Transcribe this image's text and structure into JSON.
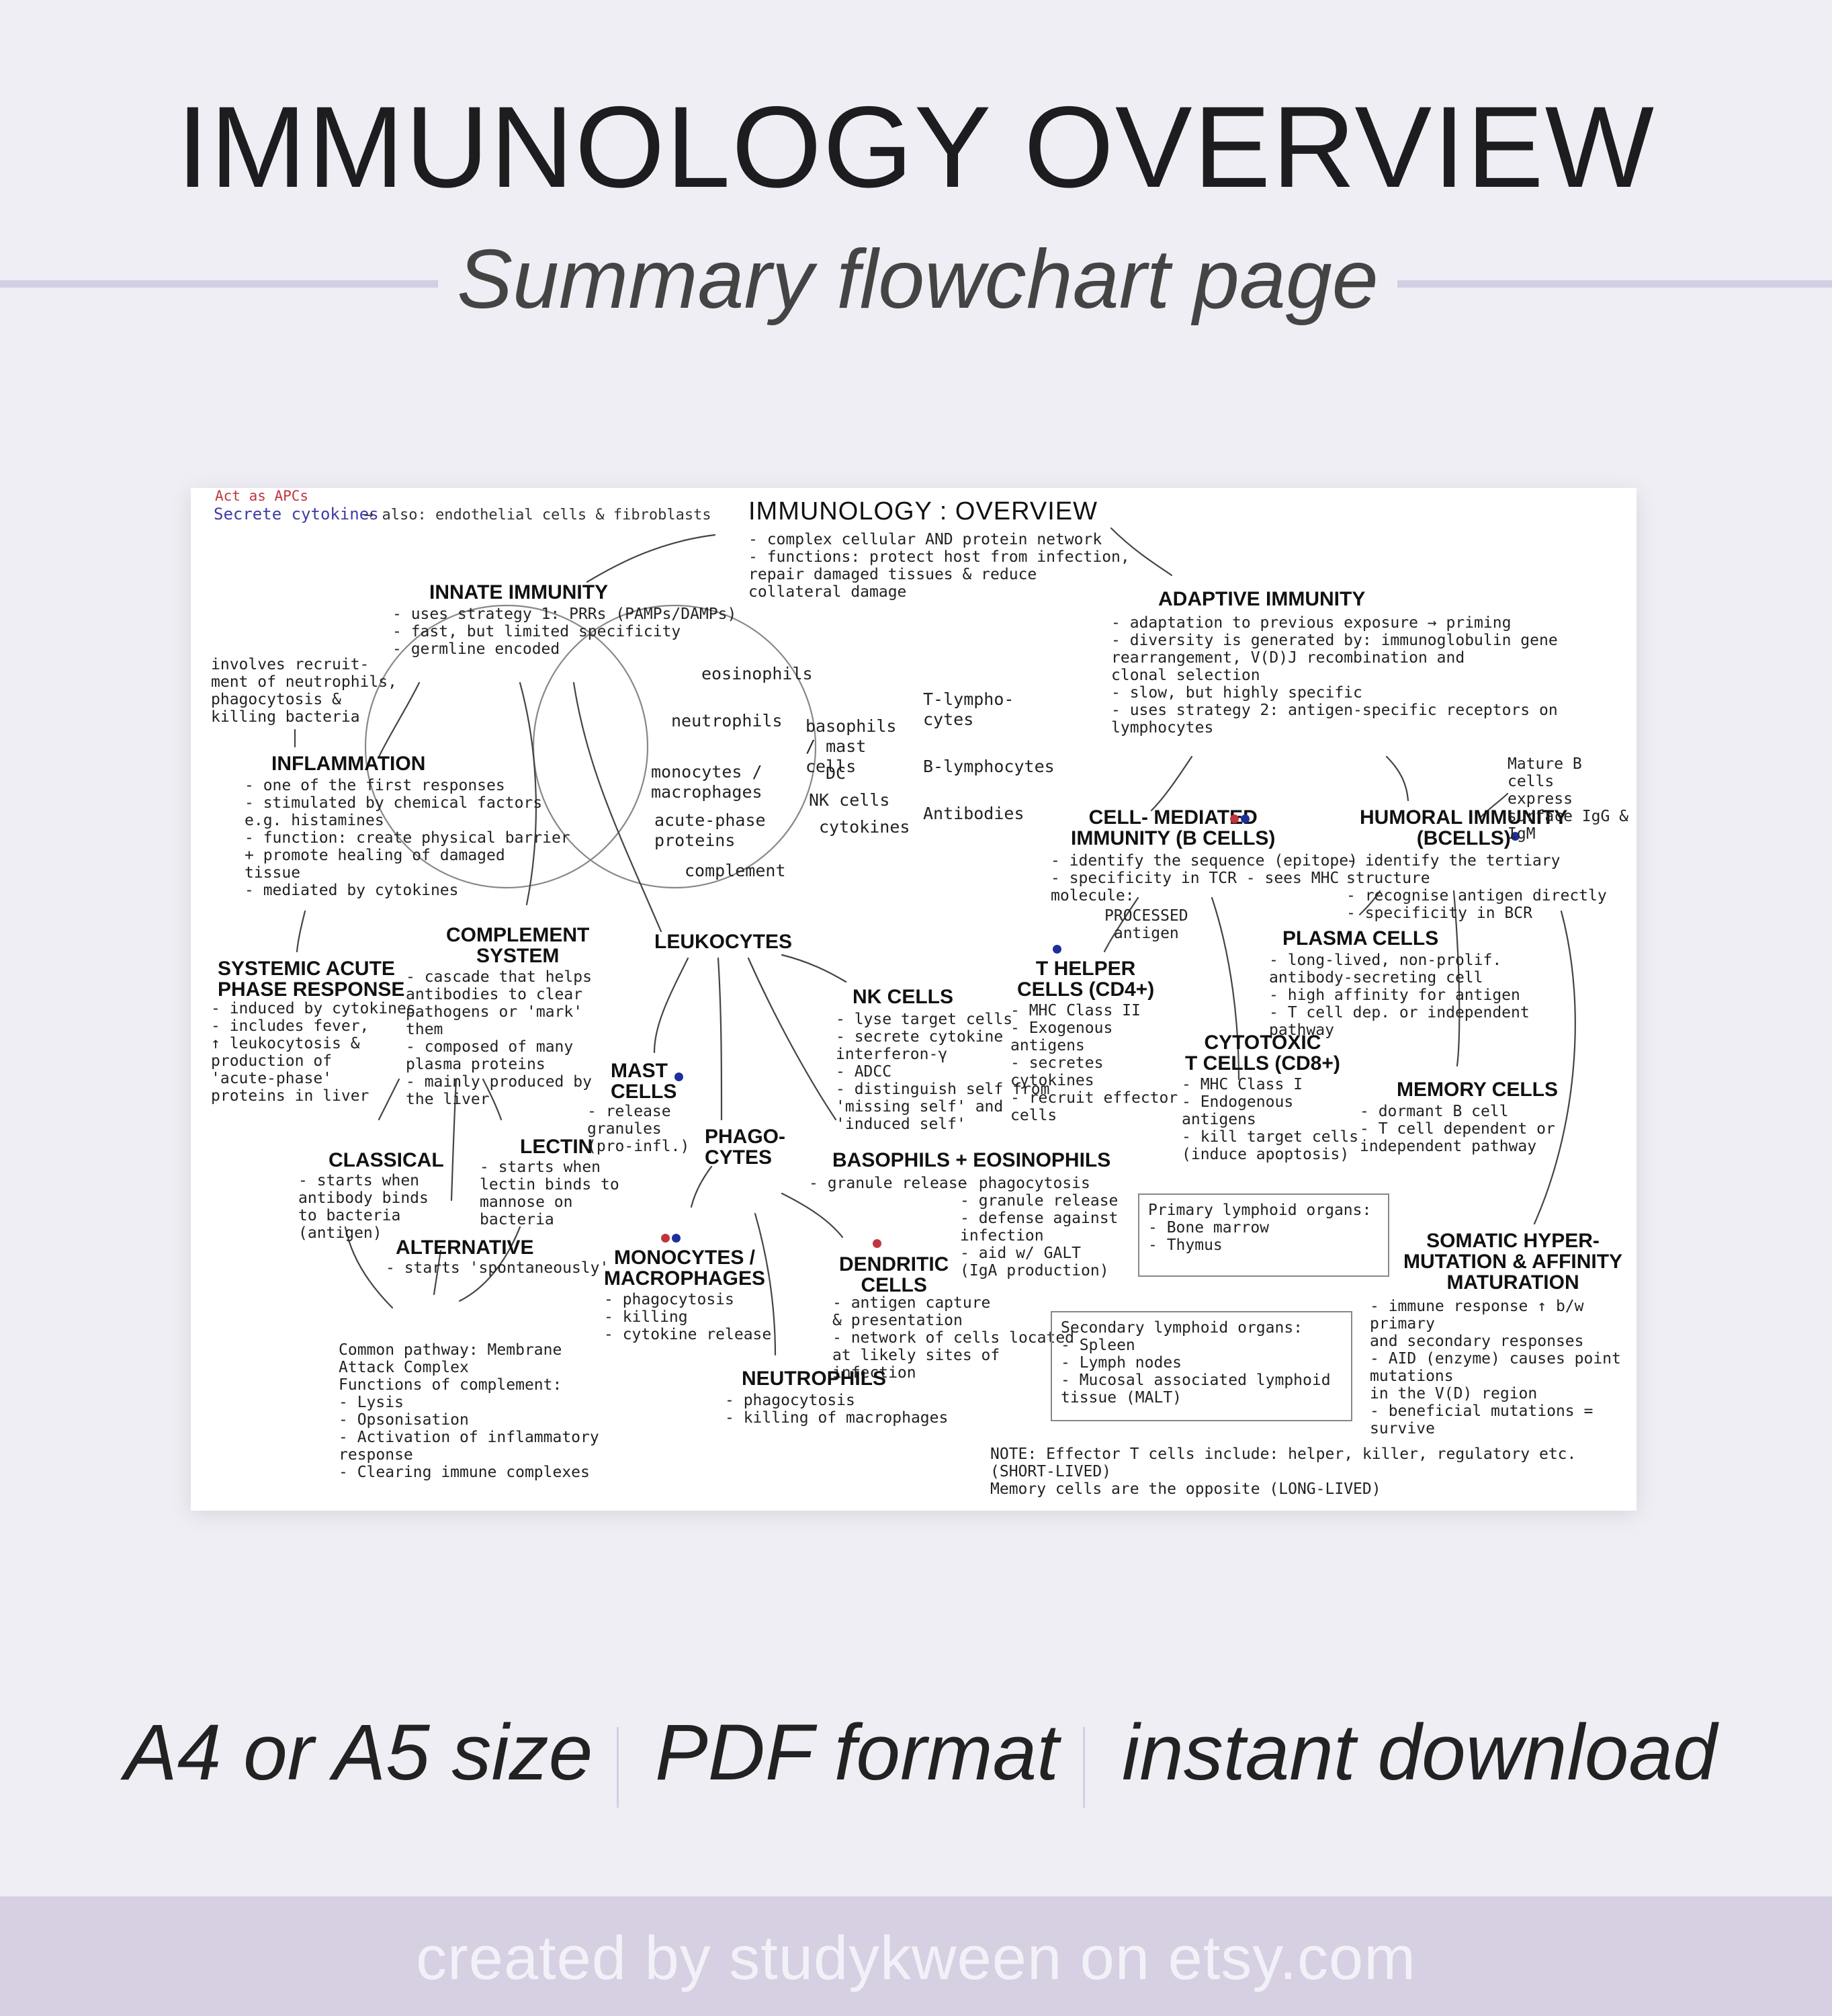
{
  "header": {
    "title": "IMMUNOLOGY OVERVIEW",
    "subtitle": "Summary flowchart page"
  },
  "sheet": {
    "corner": {
      "red": "Act as APCs",
      "blue": "Secrete cytokines",
      "rest": "→ also: endothelial cells & fibroblasts"
    },
    "main": {
      "title": "IMMUNOLOGY : OVERVIEW",
      "body": "- complex cellular AND protein network\n- functions: protect host from infection,\n repair damaged tissues & reduce\n collateral damage"
    },
    "innate": {
      "title": "INNATE IMMUNITY",
      "body": "- uses strategy 1: PRRs (PAMPs/DAMPs)\n- fast, but limited specificity\n- germline encoded"
    },
    "adaptive": {
      "title": "ADAPTIVE IMMUNITY",
      "body": "- adaptation to previous exposure → priming\n- diversity is generated by: immunoglobulin gene\n rearrangement, V(D)J recombination and\n clonal selection\n- slow, but highly specific\n- uses strategy 2: antigen-specific receptors on\n lymphocytes"
    },
    "venn": {
      "left": [
        "eosinophils",
        "neutrophils",
        "monocytes / macrophages",
        "acute-phase proteins",
        "complement"
      ],
      "middle": [
        "basophils / mast cells",
        "DC",
        "NK cells",
        "cytokines"
      ],
      "right": [
        "T-lympho- cytes",
        "B-lymphocytes",
        "Antibodies"
      ]
    },
    "inflam_note": "involves recruit-\nment of neutrophils,\nphagocytosis &\nkilling bacteria",
    "inflammation": {
      "title": "INFLAMMATION",
      "body": "- one of the first responses\n- stimulated by chemical factors\n e.g. histamines\n- function: create physical barrier\n + promote healing of damaged\n tissue\n- mediated by cytokines"
    },
    "systemic": {
      "title": "SYSTEMIC ACUTE\nPHASE RESPONSE",
      "body": "- induced by cytokines\n- includes fever,\n ↑ leukocytosis &\n production of\n 'acute-phase'\n proteins in liver"
    },
    "complement": {
      "title": "COMPLEMENT\nSYSTEM",
      "body": "- cascade that helps\n antibodies to clear\n pathogens or 'mark'\n them\n- composed of many\n plasma proteins\n- mainly produced by\n the liver"
    },
    "classical": {
      "title": "CLASSICAL",
      "body": "- starts when\n antibody binds\n to bacteria\n (antigen)"
    },
    "lectin": {
      "title": "LECTIN",
      "body": "- starts when\n lectin binds to\n mannose on\n bacteria"
    },
    "alternative": {
      "title": "ALTERNATIVE",
      "body": "- starts 'spontaneously'"
    },
    "pathway": {
      "body": "Common pathway: Membrane\nAttack Complex\nFunctions of complement:\n- Lysis\n- Opsonisation\n- Activation of inflammatory\n response\n- Clearing immune complexes"
    },
    "leukocytes": {
      "title": "LEUKOCYTES"
    },
    "mast": {
      "title": "MAST\nCELLS",
      "body": "- release\n granules\n (pro-infl.)"
    },
    "phagocytes": {
      "title": "PHAGO-\nCYTES"
    },
    "nk": {
      "title": "NK CELLS",
      "body": "- lyse target cells\n- secrete cytokine\n interferon-γ\n- ADCC\n- distinguish self from\n 'missing self' and\n 'induced self'"
    },
    "baso": {
      "title": "BASOPHILS + EOSINOPHILS",
      "left": "- granule release",
      "right": "- phagocytosis\n- granule release\n- defense against\n infection\n- aid w/ GALT\n (IgA production)"
    },
    "mono": {
      "title": "MONOCYTES /\nMACROPHAGES",
      "body": "- phagocytosis\n- killing\n- cytokine release"
    },
    "dendritic": {
      "title": "DENDRITIC\nCELLS",
      "body": "- antigen capture\n & presentation\n- network of cells located\n at likely sites of\n infection"
    },
    "neutro": {
      "title": "NEUTROPHILS",
      "body": "- phagocytosis\n- killing of macrophages"
    },
    "cell_med": {
      "title": "CELL- MEDIATED\nIMMUNITY (B CELLS)",
      "body": "- identify the sequence (epitope)\n- specificity in TCR - sees MHC\n molecule:",
      "processed": "PROCESSED\nantigen"
    },
    "humoral": {
      "title": "HUMORAL IMMUNITY\n(BCELLS)",
      "body": "- identify the tertiary structure\n- recognise antigen directly\n- specificity in BCR",
      "mature": "Mature B cells\nexpress surface IgG &\nIgM"
    },
    "thelper": {
      "title": "T HELPER\nCELLS (CD4+)",
      "body": "- MHC Class II\n- Exogenous\n antigens\n- secretes\n cytokines\n- recruit effector\n cells"
    },
    "plasma": {
      "title": "PLASMA CELLS",
      "body": "- long-lived, non-prolif.\n antibody-secreting cell\n- high affinity for antigen\n- T cell dep. or independent\n pathway"
    },
    "cytotoxic": {
      "title": "CYTOTOXIC\nT CELLS (CD8+)",
      "body": "- MHC Class I\n- Endogenous\n antigens\n- kill target cells\n (induce apoptosis)"
    },
    "memory": {
      "title": "MEMORY CELLS",
      "body": "- dormant B cell\n- T cell dependent or\n independent pathway"
    },
    "primary": {
      "body": "Primary lymphoid organs:\n- Bone marrow\n- Thymus"
    },
    "secondary": {
      "body": "Secondary lymphoid organs:\n- Spleen\n- Lymph nodes\n- Mucosal associated lymphoid\n tissue (MALT)"
    },
    "somatic": {
      "title": "SOMATIC HYPER-\nMUTATION & AFFINITY\nMATURATION",
      "body": "- immune response ↑ b/w primary\n and secondary responses\n- AID (enzyme) causes point mutations\n in the V(D) region\n- beneficial mutations = survive"
    },
    "note": {
      "body": "NOTE: Effector T cells include: helper, killer, regulatory etc. (SHORT-LIVED)\n Memory cells are the opposite (LONG-LIVED)"
    }
  },
  "bottom": {
    "size": "A4 or A5 size",
    "format": "PDF format",
    "download": "instant download"
  },
  "footer": {
    "text": "created by studykween on etsy.com"
  },
  "colors": {
    "background": "#efeef4",
    "accent": "#d3cee3",
    "footer_band": "#d6d0e2",
    "apc_red": "#c0353e",
    "cytokine_blue": "#1e2f9a"
  }
}
